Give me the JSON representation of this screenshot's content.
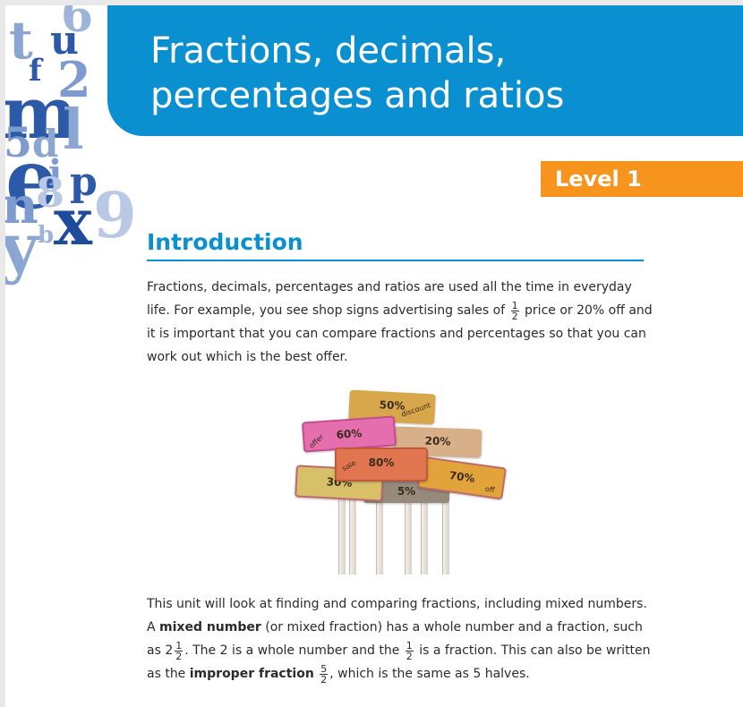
{
  "header": {
    "title_line1": "Fractions, decimals,",
    "title_line2": "percentages and ratios"
  },
  "level_badge": "Level 1",
  "section": {
    "heading": "Introduction"
  },
  "intro": {
    "text_a": "Fractions, decimals, percentages and ratios are used all the time in everyday life. For example, you see shop signs advertising sales of",
    "half_num": "1",
    "half_den": "2",
    "text_b": "price or 20% off and it is important that you can compare fractions and percentages so that you can work out which is the best offer."
  },
  "signs": {
    "s50": "50%",
    "s60": "60%",
    "s20": "20%",
    "s80": "80%",
    "s30": "30%",
    "s5": "5%",
    "s70": "70%",
    "w_discount": "discount",
    "w_offer": "offer",
    "w_sale": "sale",
    "w_off": "off"
  },
  "unit": {
    "t1": "This unit will look at finding and comparing fractions, including mixed numbers. A ",
    "b1": "mixed number",
    "t2": " (or mixed fraction) has a whole number and a fraction, such as 2",
    "f1_num": "1",
    "f1_den": "2",
    "t3": ". The 2 is a whole number and the ",
    "f2_num": "1",
    "f2_den": "2",
    "t4": " is a fraction. This can also be written as the ",
    "b2": "improper fraction",
    "f3_num": "5",
    "f3_den": "2",
    "t5": ", which is the same as 5 halves."
  },
  "decor": {
    "glyphs": [
      "6",
      "t",
      "u",
      "f",
      "2",
      "m",
      "l",
      "5",
      "d",
      "e",
      "i",
      "p",
      "8",
      "n",
      "x",
      "9",
      "y",
      "b"
    ],
    "colors": {
      "brand_blue": "#0a8fd1",
      "level_orange": "#f7941d"
    }
  }
}
